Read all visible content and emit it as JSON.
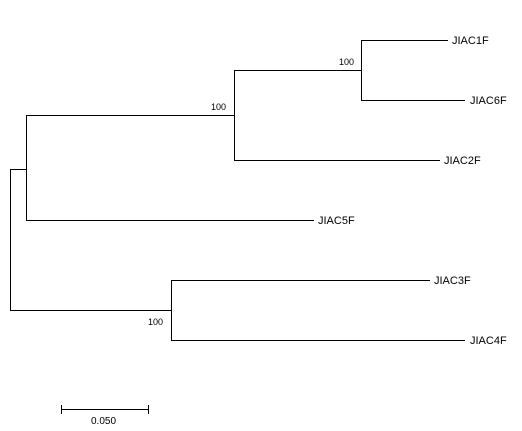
{
  "tree": {
    "taxa": {
      "JIAC1F": "JIAC1F",
      "JIAC6F": "JIAC6F",
      "JIAC2F": "JIAC2F",
      "JIAC5F": "JIAC5F",
      "JIAC3F": "JIAC3F",
      "JIAC4F": "JIAC4F"
    },
    "bootstrap": {
      "clade_1_6": "100",
      "clade_1_6_2": "100",
      "clade_3_4": "100"
    }
  },
  "scale_bar": {
    "label": "0.050"
  }
}
